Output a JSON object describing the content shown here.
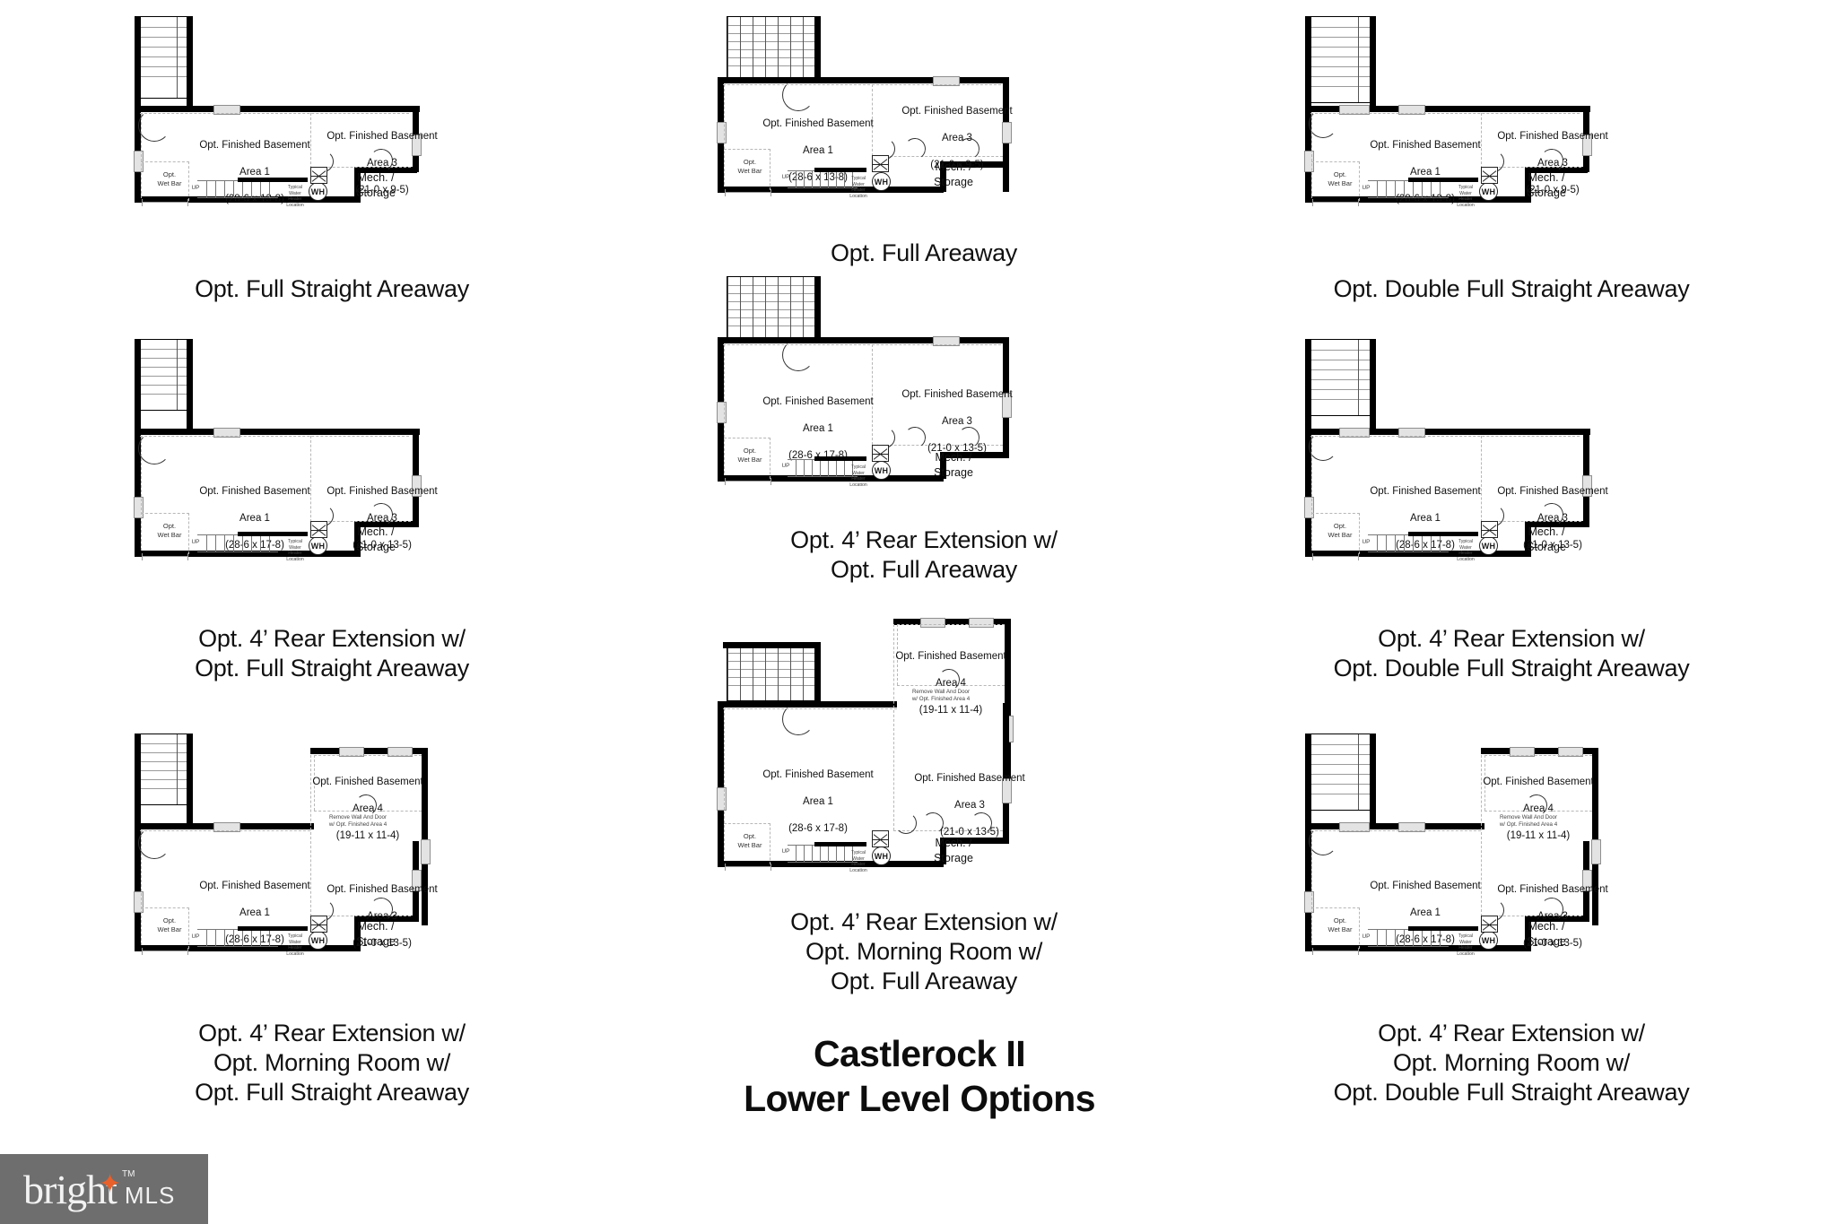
{
  "title_block": "Castlerock II\nLower Level Options",
  "watermark": {
    "brand": "bright",
    "suffix": "MLS",
    "trademark": "TM",
    "star": "✦",
    "bg_color": "#6e6e6e",
    "star_color": "#e8602c"
  },
  "room_labels": {
    "finished_basement": "Opt. Finished Basement",
    "area1": "Area 1",
    "area3": "Area 3",
    "area4": "Area 4",
    "mech_storage": "Mech. /\nStorage",
    "wet_bar": "Opt.\nWet Bar",
    "water_heater": "WH",
    "wh_note": "Typical\nWater Heater\nLocation",
    "up": "UP",
    "remove_wall_note": "Remove Wall And Door\nw/ Opt. Finished Area 4"
  },
  "dimensions": {
    "a1_base": "(28-6 x 13-8)",
    "a1_ext": "(28-6 x 17-8)",
    "a3_base": "(21-0 x 9-5)",
    "a3_ext": "(21-0 x 13-5)",
    "a4": "(19-11 x 11-4)"
  },
  "plans": [
    {
      "id": "p1",
      "caption": "Opt. Full Straight Areaway",
      "area1_dim": "(28-6 x 13-8)",
      "area3_dim": "(21-0 x 9-5)",
      "has_area4": false,
      "areaway": "full-straight"
    },
    {
      "id": "p2",
      "caption": "Opt. Full Areaway",
      "area1_dim": "(28-6 x 13-8)",
      "area3_dim": "(21-0 x 9-5)",
      "has_area4": false,
      "areaway": "full"
    },
    {
      "id": "p3",
      "caption": "Opt. Double Full Straight Areaway",
      "area1_dim": "(28-6 x 13-8)",
      "area3_dim": "(21-0 x 9-5)",
      "has_area4": false,
      "areaway": "double-full-straight"
    },
    {
      "id": "p4",
      "caption": "Opt. 4’ Rear Extension w/\nOpt. Full Straight Areaway",
      "area1_dim": "(28-6 x 17-8)",
      "area3_dim": "(21-0 x 13-5)",
      "has_area4": false,
      "areaway": "full-straight"
    },
    {
      "id": "p5",
      "caption": "Opt. 4’ Rear Extension w/\nOpt. Full Areaway",
      "area1_dim": "(28-6 x 17-8)",
      "area3_dim": "(21-0 x 13-5)",
      "has_area4": false,
      "areaway": "full"
    },
    {
      "id": "p6",
      "caption": "Opt. 4’ Rear Extension w/\nOpt. Double Full Straight Areaway",
      "area1_dim": "(28-6 x 17-8)",
      "area3_dim": "(21-0 x 13-5)",
      "has_area4": false,
      "areaway": "double-full-straight"
    },
    {
      "id": "p7",
      "caption": "Opt. 4’ Rear Extension w/\nOpt. Morning Room w/\nOpt. Full Straight Areaway",
      "area1_dim": "(28-6 x 17-8)",
      "area3_dim": "(21-0 x 13-5)",
      "area4_dim": "(19-11 x 11-4)",
      "has_area4": true,
      "areaway": "full-straight"
    },
    {
      "id": "p8",
      "caption": "Opt. 4’ Rear Extension w/\nOpt. Morning Room w/\nOpt. Full Areaway",
      "area1_dim": "(28-6 x 17-8)",
      "area3_dim": "(21-0 x 13-5)",
      "area4_dim": "(19-11 x 11-4)",
      "has_area4": true,
      "areaway": "full"
    },
    {
      "id": "p9",
      "caption": "Opt. 4’ Rear Extension w/\nOpt. Morning Room w/\nOpt. Double Full Straight Areaway",
      "area1_dim": "(28-6 x 17-8)",
      "area3_dim": "(21-0 x 13-5)",
      "area4_dim": "(19-11 x 11-4)",
      "has_area4": true,
      "areaway": "double-full-straight"
    }
  ]
}
